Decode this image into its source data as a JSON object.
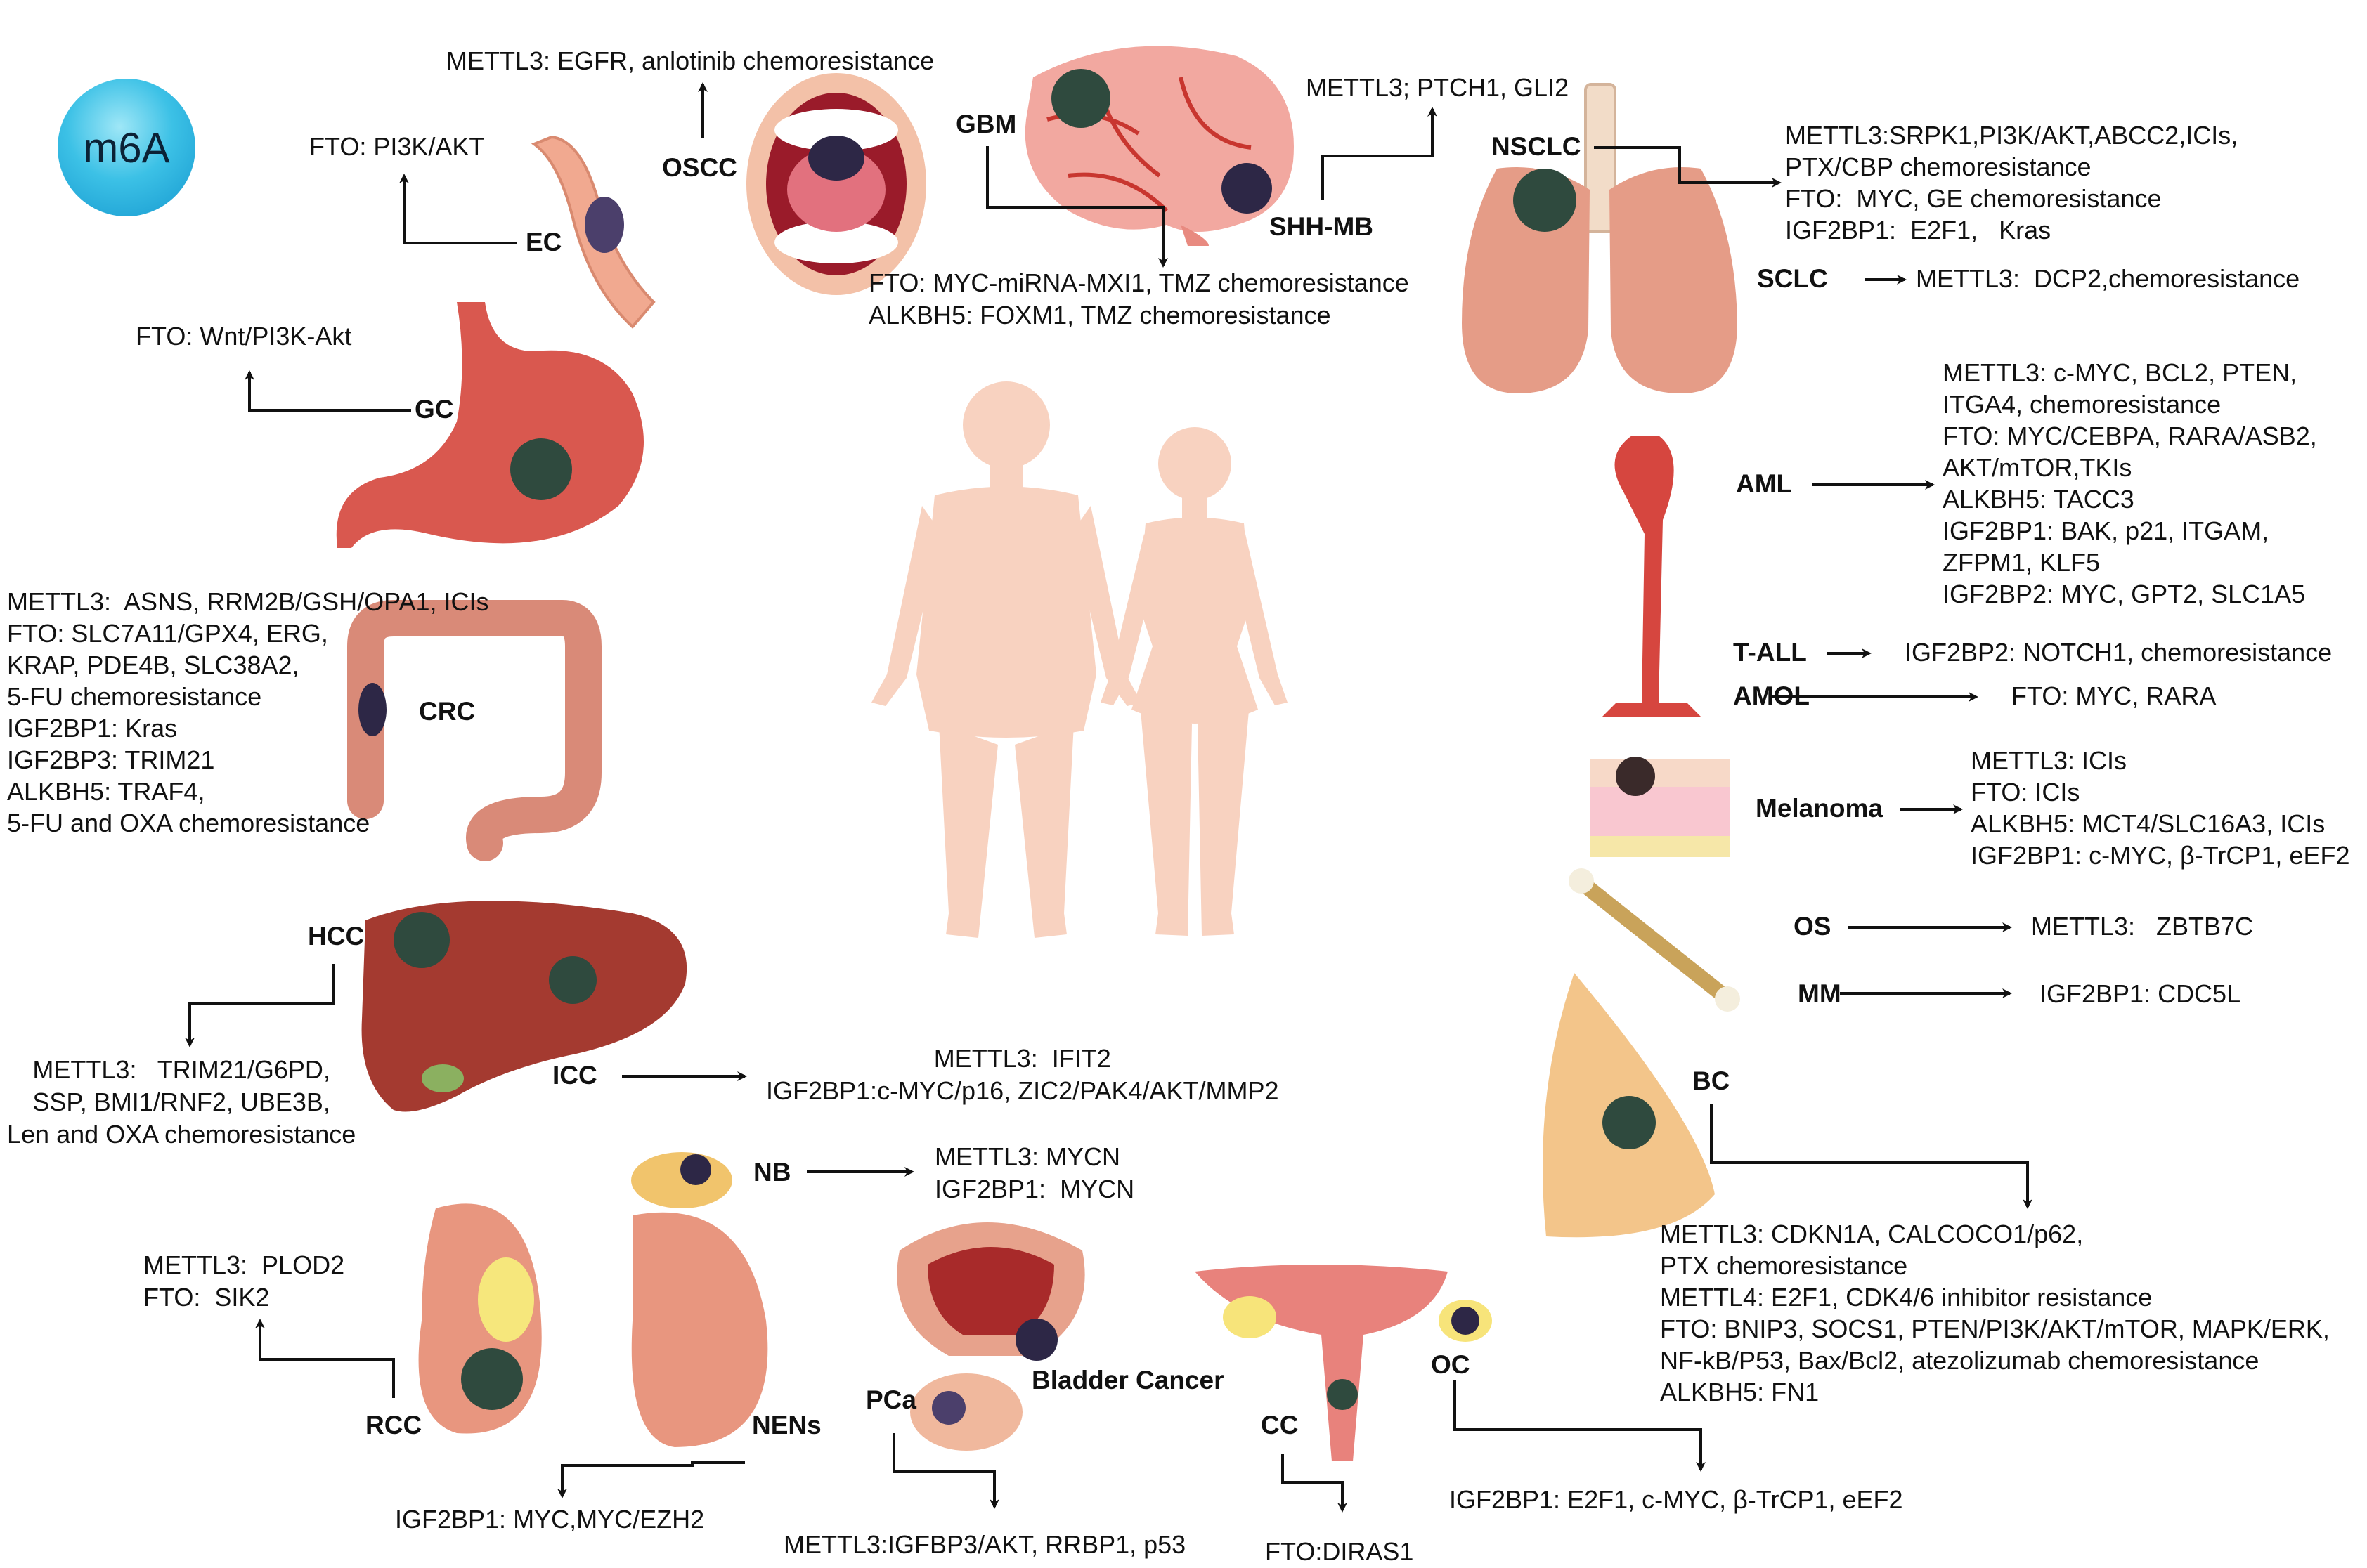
{
  "badge": {
    "label": "m6A"
  },
  "labels": {
    "oscc": "OSCC",
    "ec": "EC",
    "gc": "GC",
    "crc": "CRC",
    "hcc": "HCC",
    "icc": "ICC",
    "nb": "NB",
    "rcc": "RCC",
    "nens": "NENs",
    "pca": "PCa",
    "bladder": "Bladder Cancer",
    "cc": "CC",
    "oc": "OC",
    "bc": "BC",
    "mm": "MM",
    "os": "OS",
    "melanoma": "Melanoma",
    "amol": "AMOL",
    "tall": "T-ALL",
    "aml": "AML",
    "sclc": "SCLC",
    "nsclc": "NSCLC",
    "shhmb": "SHH-MB",
    "gbm": "GBM"
  },
  "targets": {
    "oscc": "METTL3: EGFR, anlotinib chemoresistance",
    "ec": "FTO: PI3K/AKT",
    "gc": "FTO: Wnt/PI3K-Akt",
    "crc": "METTL3:  ASNS, RRM2B/GSH/OPA1, ICIs\nFTO: SLC7A11/GPX4, ERG,\nKRAP, PDE4B, SLC38A2,\n5-FU chemoresistance\nIGF2BP1: Kras\nIGF2BP3: TRIM21\nALKBH5: TRAF4,\n5-FU and OXA chemoresistance",
    "hcc": "METTL3:   TRIM21/G6PD,\nSSP, BMI1/RNF2, UBE3B,\nLen and OXA chemoresistance",
    "icc": "METTL3:  IFIT2\nIGF2BP1:c-MYC/p16, ZIC2/PAK4/AKT/MMP2",
    "nb": "METTL3: MYCN\nIGF2BP1:  MYCN",
    "rcc": "METTL3:  PLOD2\nFTO:  SIK2",
    "nens": "IGF2BP1: MYC,MYC/EZH2",
    "pca": "METTL3:IGFBP3/AKT, RRBP1, p53",
    "cc": "FTO:DIRAS1",
    "oc": "IGF2BP1: E2F1, c-MYC, β-TrCP1, eEF2",
    "bc": "METTL3: CDKN1A, CALCOCO1/p62,\nPTX chemoresistance\nMETTL4: E2F1, CDK4/6 inhibitor resistance\nFTO: BNIP3, SOCS1, PTEN/PI3K/AKT/mTOR, MAPK/ERK,\nNF-kB/P53, Bax/Bcl2, atezolizumab chemoresistance\nALKBH5: FN1",
    "mm": "IGF2BP1: CDC5L",
    "os": "METTL3:   ZBTB7C",
    "melanoma": "METTL3: ICIs\nFTO: ICIs\nALKBH5: MCT4/SLC16A3, ICIs\nIGF2BP1: c-MYC, β-TrCP1, eEF2",
    "amol": "FTO: MYC, RARA",
    "tall": "IGF2BP2: NOTCH1, chemoresistance",
    "aml": "METTL3: c-MYC, BCL2, PTEN,\nITGA4, chemoresistance\nFTO: MYC/CEBPA, RARA/ASB2,\nAKT/mTOR,TKIs\nALKBH5: TACC3\nIGF2BP1: BAK, p21, ITGAM,\nZFPM1, KLF5\nIGF2BP2: MYC, GPT2, SLC1A5",
    "sclc": "METTL3:  DCP2,chemoresistance",
    "nsclc": "METTL3:SRPK1,PI3K/AKT,ABCC2,ICIs,\nPTX/CBP chemoresistance\nFTO:  MYC, GE chemoresistance\nIGF2BP1:  E2F1,   Kras",
    "shhmb": "METTL3; PTCH1, GLI2",
    "gbm": "FTO: MYC-miRNA-MXI1, TMZ chemoresistance\nALKBH5: FOXM1, TMZ chemoresistance"
  }
}
